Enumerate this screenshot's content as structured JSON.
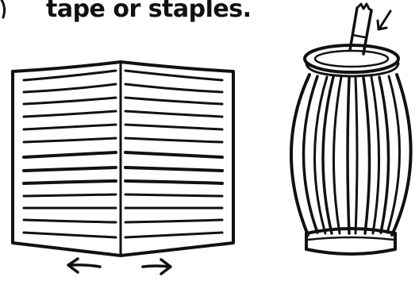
{
  "caption": {
    "text": "tape or staples."
  },
  "colors": {
    "ink": "#111111",
    "paper": "#ffffff"
  },
  "figures": [
    {
      "name": "folded-slit-paper",
      "arrows": [
        "arrow-left-icon",
        "arrow-right-icon"
      ]
    },
    {
      "name": "paper-lantern",
      "details": [
        "tape-strip-icon",
        "pointer-arrow-icon"
      ]
    }
  ]
}
